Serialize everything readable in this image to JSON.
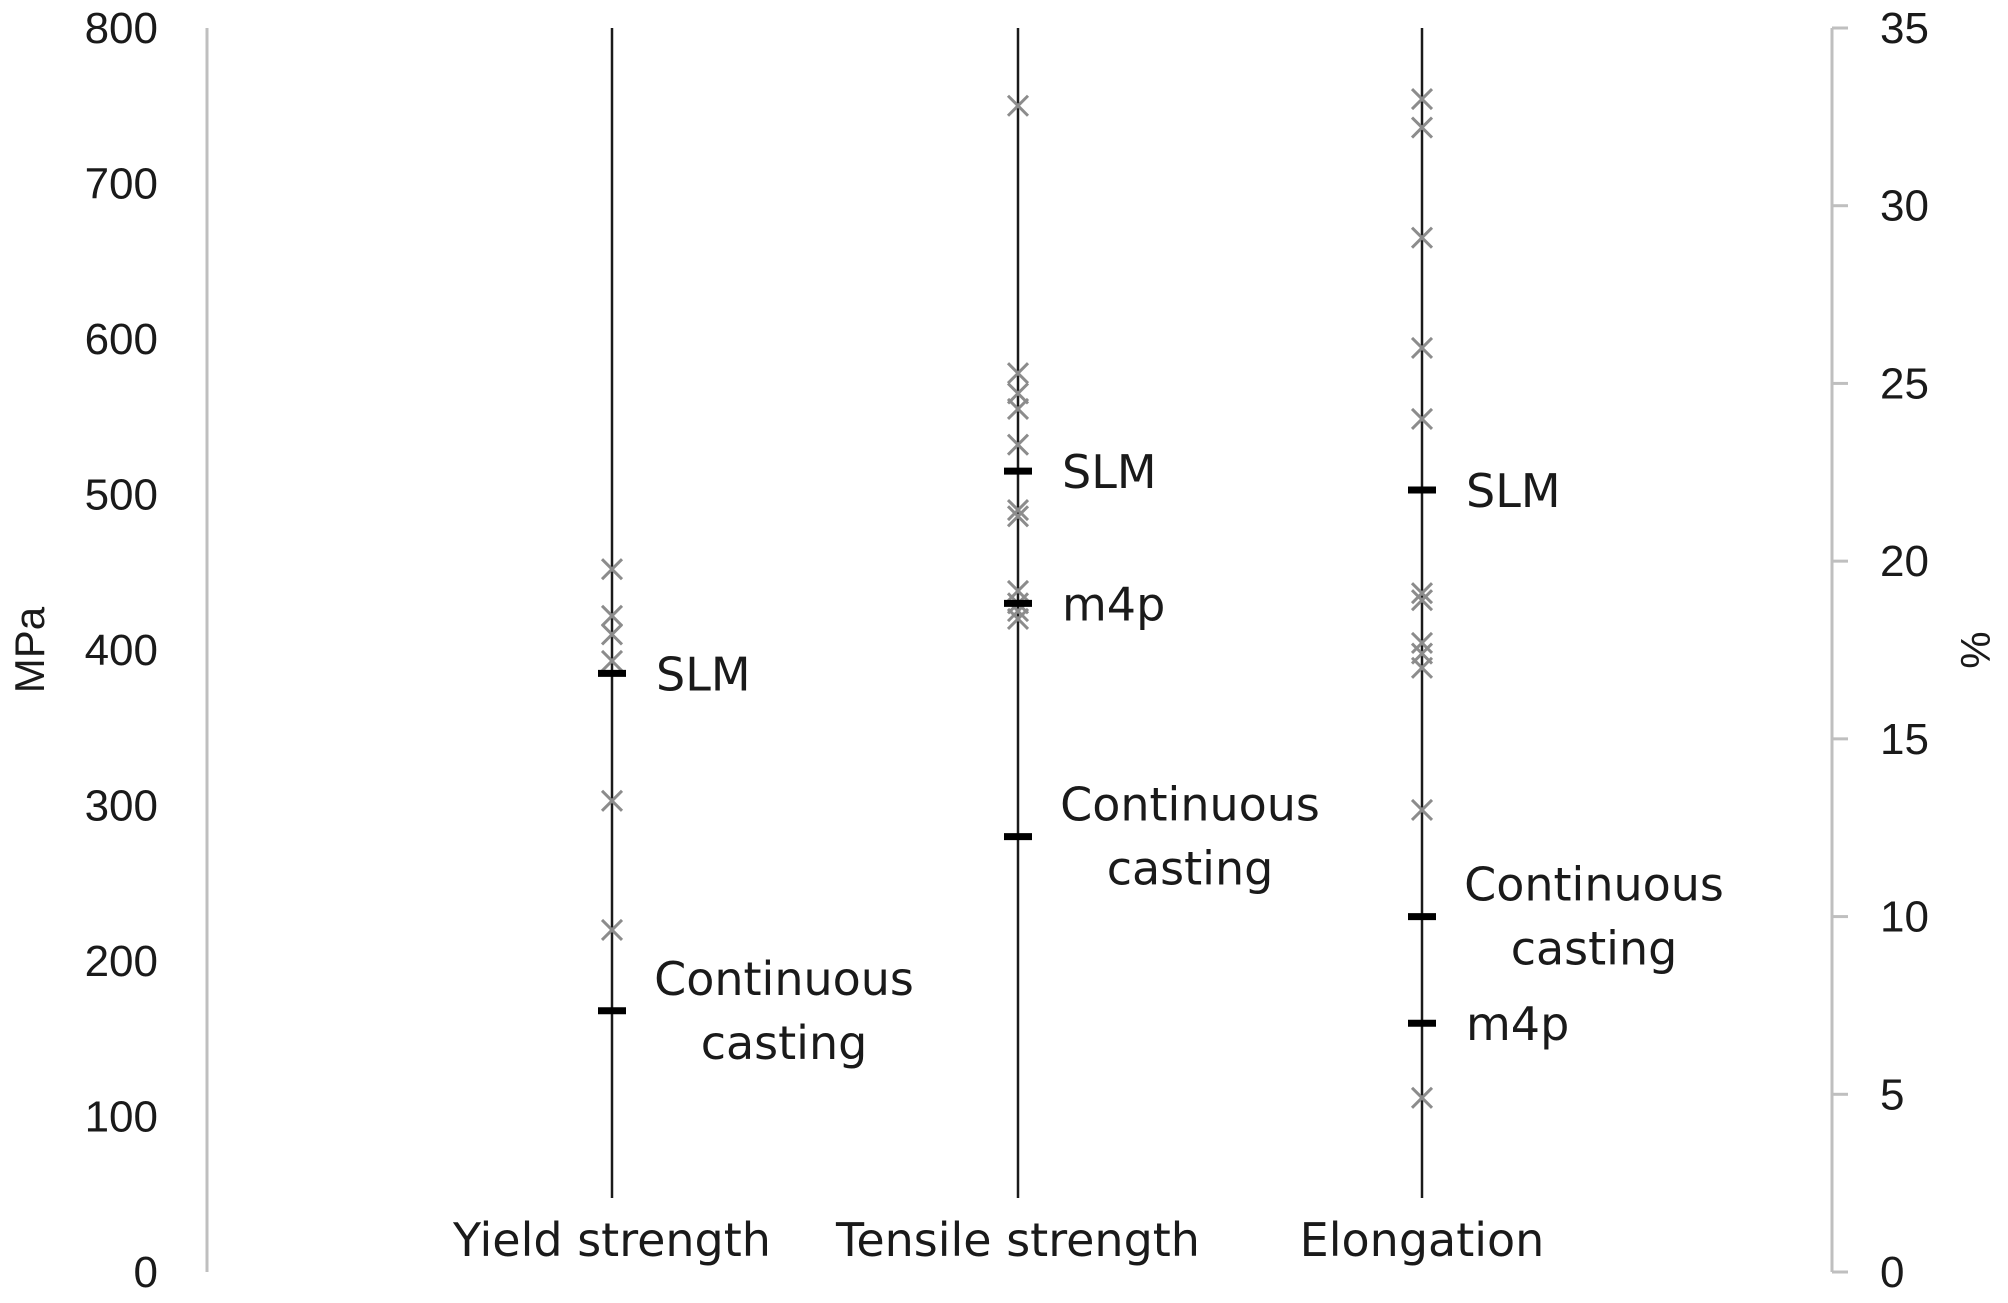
{
  "chart_data": {
    "type": "scatter",
    "y_left": {
      "label": "MPa",
      "range": [
        0,
        800
      ],
      "ticks": [
        0,
        100,
        200,
        300,
        400,
        500,
        600,
        700,
        800
      ]
    },
    "y_right": {
      "label": "%",
      "range": [
        0,
        35
      ],
      "ticks": [
        0,
        5,
        10,
        15,
        20,
        25,
        30,
        35
      ]
    },
    "grid": false,
    "legend": "none",
    "colors": {
      "axis": "#bfbfbf",
      "category_line": "#1a1a1a",
      "marker": "#8c8c8c",
      "highlight": "#000000"
    },
    "categories": [
      {
        "label": "Yield strength",
        "axis": "left",
        "points": [
          452,
          422,
          410,
          393,
          303,
          220
        ],
        "highlights": [
          {
            "value": 385,
            "label": [
              "SLM"
            ]
          },
          {
            "value": 168,
            "label": [
              "Continuous",
              "casting"
            ]
          }
        ]
      },
      {
        "label": "Tensile strength",
        "axis": "left",
        "points": [
          750,
          578,
          565,
          555,
          532,
          490,
          486,
          438,
          430,
          425,
          420
        ],
        "highlights": [
          {
            "value": 515,
            "label": [
              "SLM"
            ]
          },
          {
            "value": 430,
            "label": [
              "m4p"
            ]
          },
          {
            "value": 280,
            "label": [
              "Continuous",
              "casting"
            ]
          }
        ]
      },
      {
        "label": "Elongation",
        "axis": "right",
        "points": [
          33.0,
          32.2,
          29.1,
          26.0,
          24.0,
          19.1,
          18.9,
          17.7,
          17.4,
          17.0,
          13.0,
          4.9
        ],
        "highlights": [
          {
            "value": 22.0,
            "label": [
              "SLM"
            ]
          },
          {
            "value": 10.0,
            "label": [
              "Continuous",
              "casting"
            ]
          },
          {
            "value": 7.0,
            "label": [
              "m4p"
            ]
          }
        ]
      }
    ]
  }
}
